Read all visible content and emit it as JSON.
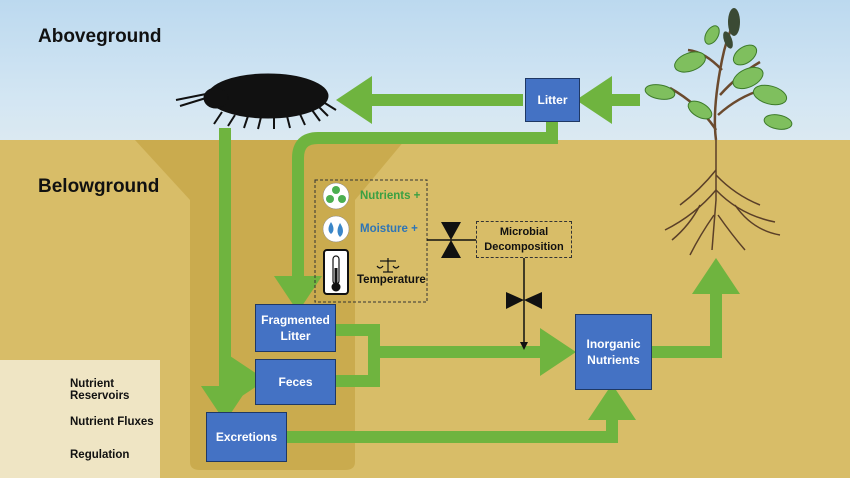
{
  "zones": {
    "above": "Aboveground",
    "below": "Belowground"
  },
  "boxes": {
    "litter": "Litter",
    "fragmented": "Fragmented\nLitter",
    "feces": "Feces",
    "excretions": "Excretions",
    "inorganic": "Inorganic\nNutrients"
  },
  "factors": {
    "nutrients": "Nutrients +",
    "moisture": "Moisture +",
    "temperature": "Temperature"
  },
  "microbial": "Microbial\nDecomposition",
  "legend": {
    "reservoirs": "Nutrient Reservoirs",
    "fluxes": "Nutrient Fluxes",
    "regulation": "Regulation"
  },
  "colors": {
    "sky": "#c7def0",
    "ground": "#d8bd68",
    "gut": "#c8a84a",
    "box": "#4472c4",
    "arrow": "#6fb43f",
    "nutrients_text": "#3aa043",
    "moisture_text": "#2e75b6"
  },
  "icons": [
    "isopod-silhouette",
    "plant-illustration",
    "nutrients-icon",
    "moisture-icon",
    "thermometer-icon",
    "balance-scale-icon",
    "bowtie-regulation-icon"
  ]
}
